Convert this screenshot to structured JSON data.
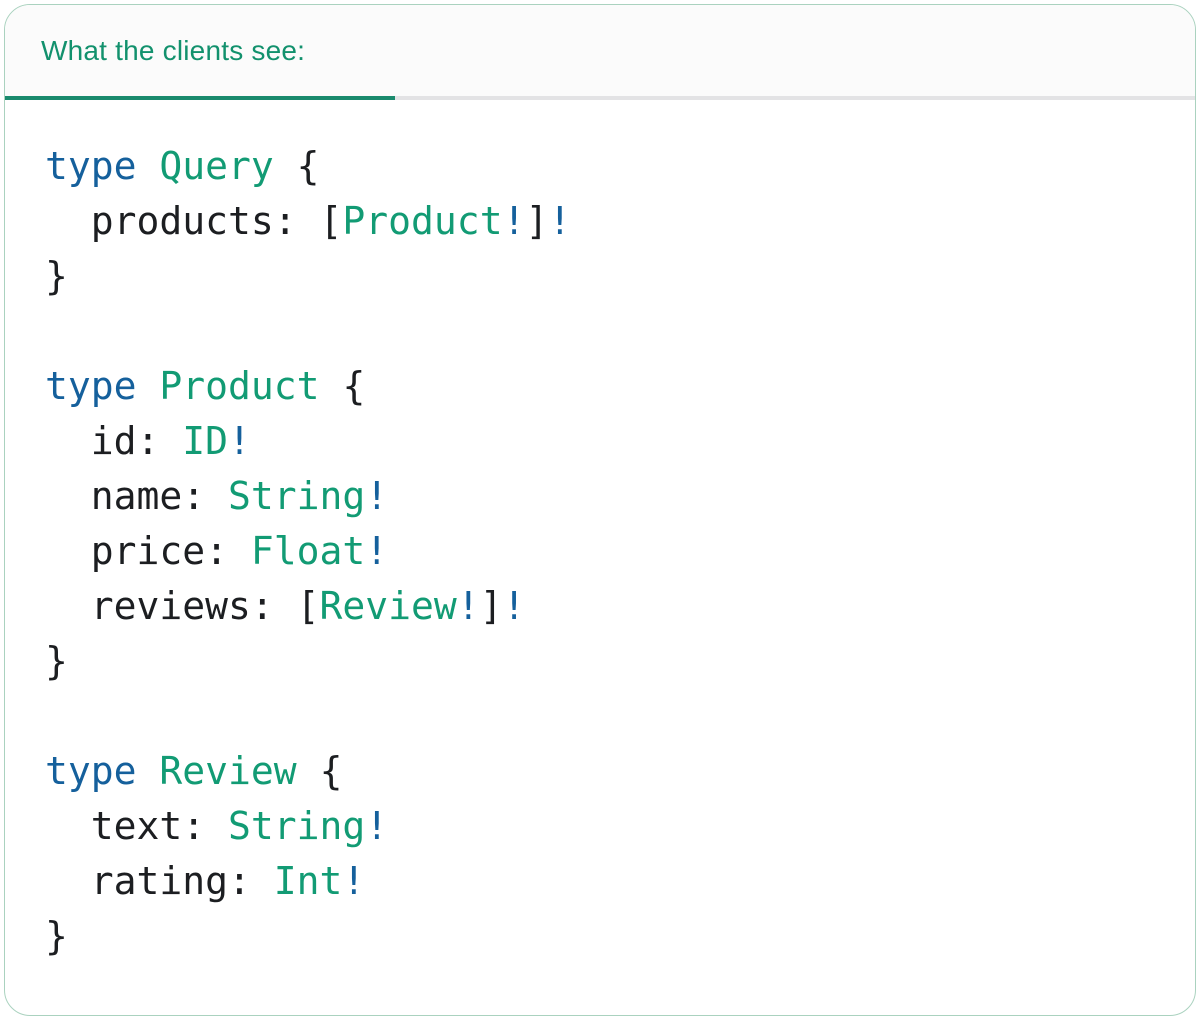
{
  "tab": {
    "label": "What the clients see:"
  },
  "colors": {
    "header_green": "#12916d",
    "tab_underline": "#1a8a6d",
    "divider_gray": "#e3e3e5",
    "header_bg": "#fbfbfb",
    "card_border": "#aad2bf",
    "code_keyword_blue": "#15609c",
    "code_type_green": "#129b74",
    "code_plain_black": "#1c1e21"
  },
  "code": {
    "language": "graphql-sdl",
    "lines": [
      [
        {
          "t": "kw",
          "v": "type"
        },
        {
          "t": "p",
          "v": " "
        },
        {
          "t": "ty",
          "v": "Query"
        },
        {
          "t": "p",
          "v": " {"
        }
      ],
      [
        {
          "t": "p",
          "v": "  products: ["
        },
        {
          "t": "ty",
          "v": "Product"
        },
        {
          "t": "b",
          "v": "!"
        },
        {
          "t": "p",
          "v": "]"
        },
        {
          "t": "b",
          "v": "!"
        }
      ],
      [
        {
          "t": "p",
          "v": "}"
        }
      ],
      [],
      [
        {
          "t": "kw",
          "v": "type"
        },
        {
          "t": "p",
          "v": " "
        },
        {
          "t": "ty",
          "v": "Product"
        },
        {
          "t": "p",
          "v": " {"
        }
      ],
      [
        {
          "t": "p",
          "v": "  id: "
        },
        {
          "t": "ty",
          "v": "ID"
        },
        {
          "t": "b",
          "v": "!"
        }
      ],
      [
        {
          "t": "p",
          "v": "  name: "
        },
        {
          "t": "ty",
          "v": "String"
        },
        {
          "t": "b",
          "v": "!"
        }
      ],
      [
        {
          "t": "p",
          "v": "  price: "
        },
        {
          "t": "ty",
          "v": "Float"
        },
        {
          "t": "b",
          "v": "!"
        }
      ],
      [
        {
          "t": "p",
          "v": "  reviews: ["
        },
        {
          "t": "ty",
          "v": "Review"
        },
        {
          "t": "b",
          "v": "!"
        },
        {
          "t": "p",
          "v": "]"
        },
        {
          "t": "b",
          "v": "!"
        }
      ],
      [
        {
          "t": "p",
          "v": "}"
        }
      ],
      [],
      [
        {
          "t": "kw",
          "v": "type"
        },
        {
          "t": "p",
          "v": " "
        },
        {
          "t": "ty",
          "v": "Review"
        },
        {
          "t": "p",
          "v": " {"
        }
      ],
      [
        {
          "t": "p",
          "v": "  text: "
        },
        {
          "t": "ty",
          "v": "String"
        },
        {
          "t": "b",
          "v": "!"
        }
      ],
      [
        {
          "t": "p",
          "v": "  rating: "
        },
        {
          "t": "ty",
          "v": "Int"
        },
        {
          "t": "b",
          "v": "!"
        }
      ],
      [
        {
          "t": "p",
          "v": "}"
        }
      ]
    ]
  }
}
